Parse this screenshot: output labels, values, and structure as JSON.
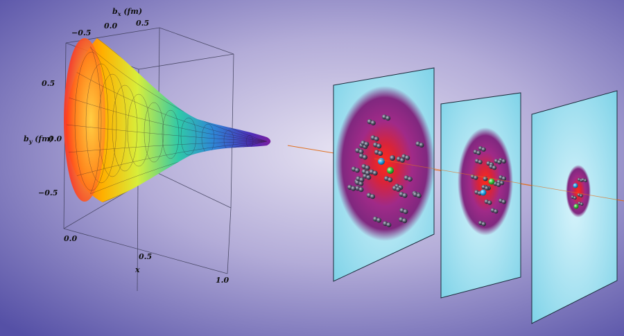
{
  "figure": {
    "axes": {
      "bx": {
        "title": "b",
        "title_sub": "x",
        "title_unit": " (fm)",
        "ticks": [
          "−0.5",
          "0.0",
          "0.5"
        ]
      },
      "by": {
        "title": "b",
        "title_sub": "y",
        "title_unit": " (fm)",
        "ticks": [
          "0.5",
          "0.0",
          "−0.5"
        ]
      },
      "x": {
        "title": "x",
        "ticks": [
          "0.0",
          "0.5",
          "1.0"
        ]
      }
    },
    "surface_colormap": [
      "#ff3b1f",
      "#ffb000",
      "#e8f040",
      "#3fd0a0",
      "#2f8bd6",
      "#4a2fb8",
      "#7a1fa0"
    ],
    "panels": [
      {
        "name": "panel-large",
        "spread": "wide"
      },
      {
        "name": "panel-medium",
        "spread": "medium"
      },
      {
        "name": "panel-small",
        "spread": "narrow"
      }
    ],
    "colors": {
      "background_edge": "#5b56a8",
      "background_center": "#d9d4ec",
      "panel_fill": "#9fe0ef",
      "disk_outer": "#8a2c8f",
      "disk_core": "#ff2a1a",
      "beam": "#e07020"
    }
  }
}
